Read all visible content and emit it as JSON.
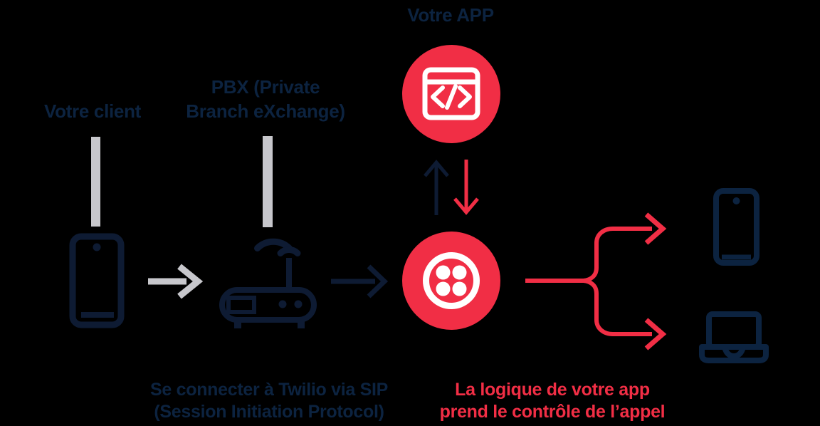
{
  "diagram": {
    "title_none": "",
    "labels": {
      "client": "Votre client",
      "pbx_line1": "PBX (Private",
      "pbx_line2": "Branch eXchange)",
      "app": "Votre APP"
    },
    "captions": {
      "sip_line1": "Se connecter à Twilio via SIP",
      "sip_line2": "(Session Initiation Protocol)",
      "logic_line1": "La logique de votre app",
      "logic_line2": "prend le contrôle de l’appel"
    },
    "colors": {
      "background": "#000000",
      "red": "#F12E45",
      "navy_text": "#0C2340",
      "navy_icon": "#0E1B33",
      "gray": "#C7C7CC",
      "white": "#FFFFFF"
    },
    "icons": {
      "left_device": "smartphone-icon",
      "pbx_device": "router-icon",
      "app_badge": "code-window-icon",
      "platform_badge": "twilio-logo-icon",
      "right_device_top": "smartphone-icon",
      "right_device_bottom": "laptop-icon",
      "flow_arrows": [
        "gray-right-arrow",
        "navy-right-arrow",
        "navy-up-arrow",
        "red-down-arrow",
        "red-split-arrows"
      ]
    }
  }
}
